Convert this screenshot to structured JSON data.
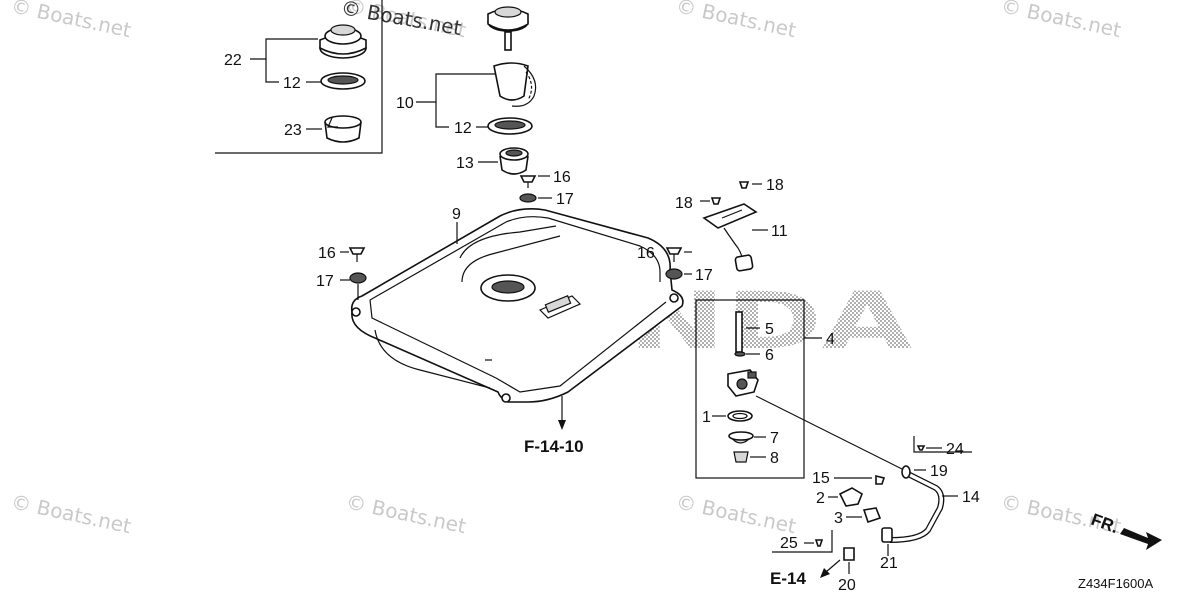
{
  "watermark": "© Boats.net",
  "brand_text": "HONDA",
  "diagram_code": "Z434F1600A",
  "references": {
    "f": "F-14-10",
    "e": "E-14",
    "fr": "FR."
  },
  "callouts": {
    "p22": "22",
    "p12a": "12",
    "p23": "23",
    "p10": "10",
    "p12b": "12",
    "p13": "13",
    "p16a": "16",
    "p17a": "17",
    "p18a": "18",
    "p18b": "18",
    "p11": "11",
    "p9": "9",
    "p16b": "16",
    "p17b": "17",
    "p16c": "16",
    "p17c": "17",
    "p5": "5",
    "p4": "4",
    "p6": "6",
    "p1": "1",
    "p7": "7",
    "p8": "8",
    "p24": "24",
    "p15": "15",
    "p19": "19",
    "p2": "2",
    "p14": "14",
    "p3": "3",
    "p25": "25",
    "p21": "21",
    "p20": "20"
  }
}
